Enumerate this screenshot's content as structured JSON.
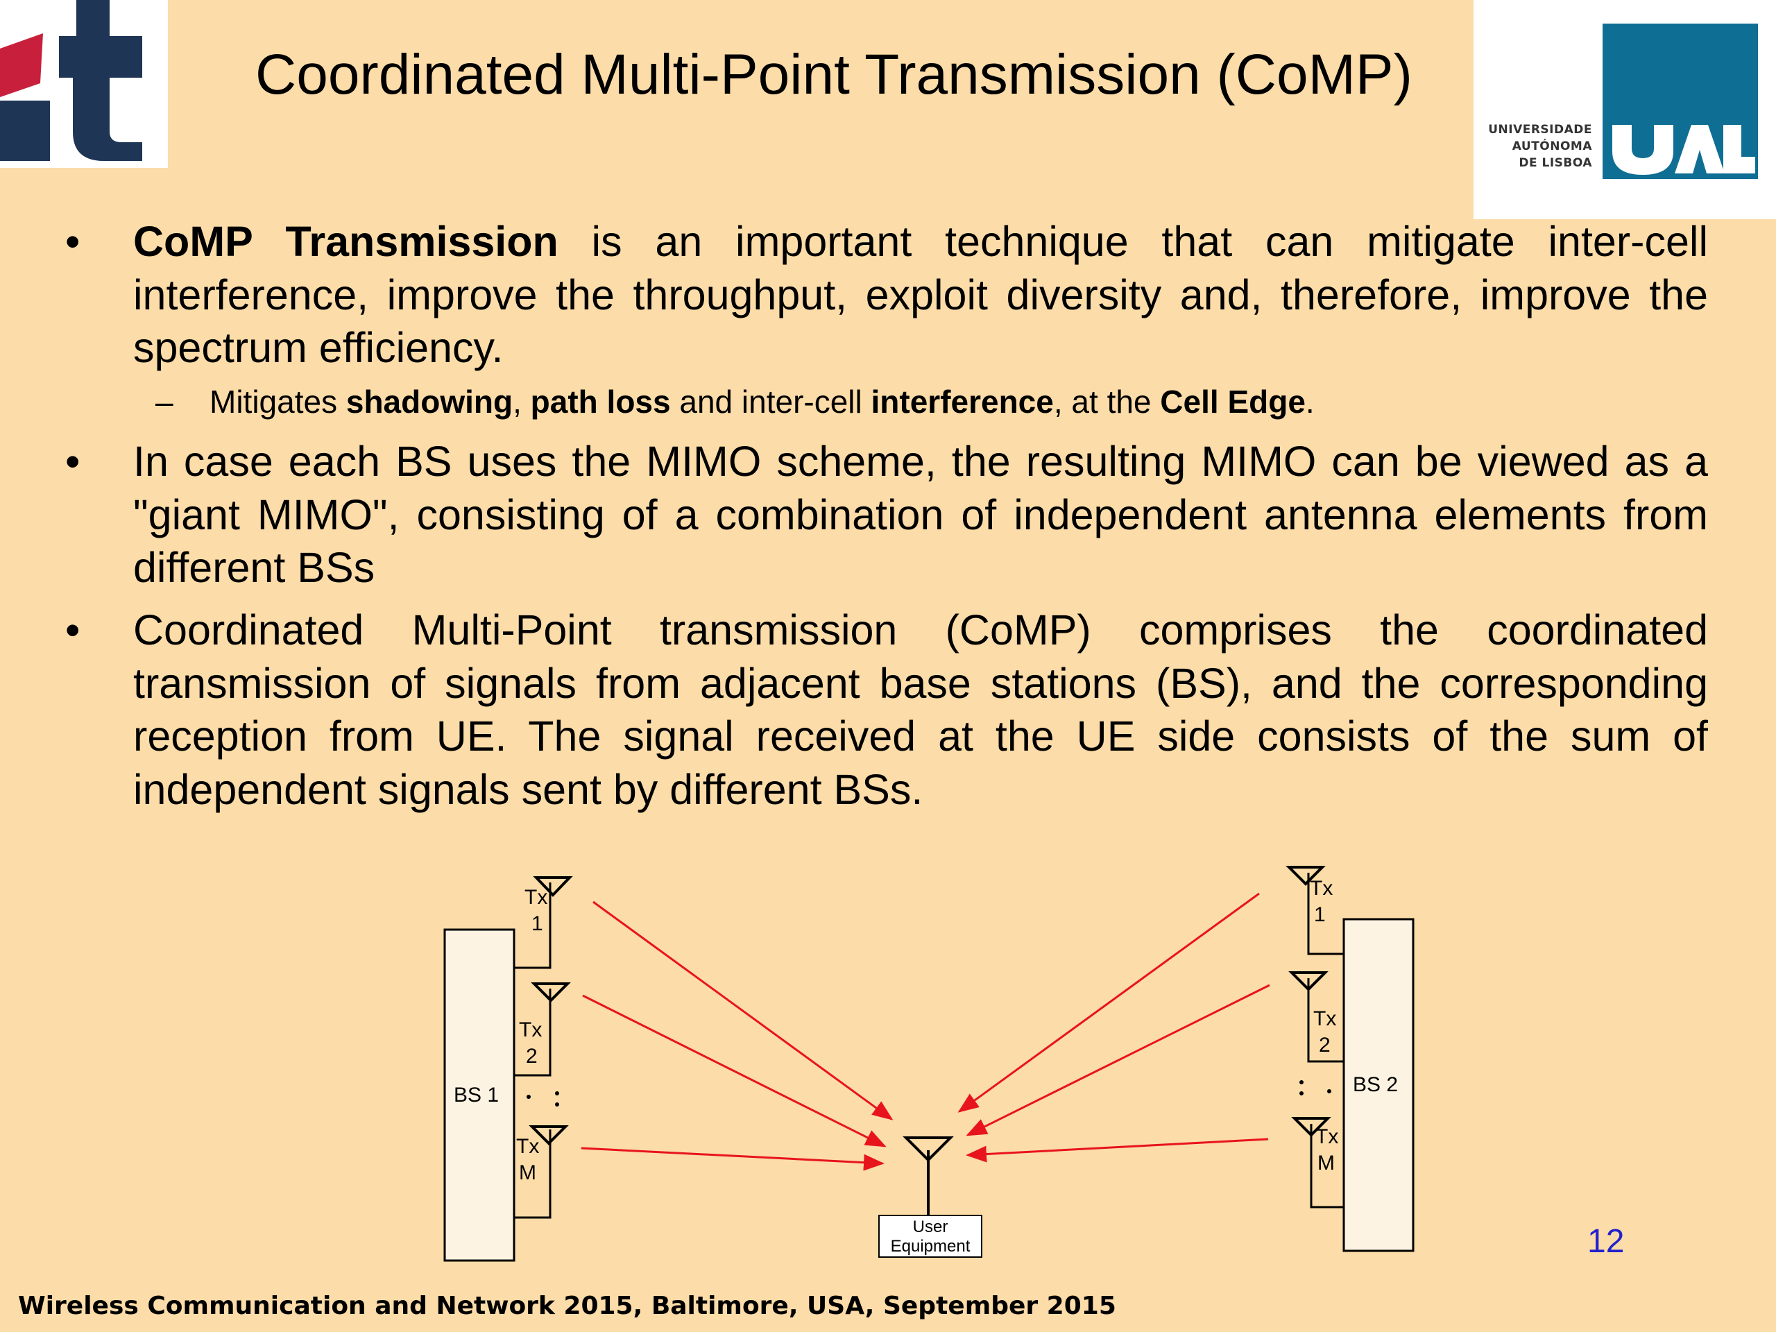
{
  "slide": {
    "title": "Coordinated Multi-Point Transmission (CoMP)",
    "bullet_marker": "•",
    "sub_marker": "–",
    "logos": {
      "left": {
        "name": "it",
        "colors": {
          "primary": "#1e3556",
          "accent": "#c8203c"
        }
      },
      "right": {
        "name": "UAL",
        "lines": [
          "UNIVERSIDADE",
          "AUTÓNOMA",
          "DE LISBOA"
        ],
        "color": "#0f6e94"
      }
    },
    "bullets": [
      {
        "bold": "CoMP Transmission",
        "text": " is an important technique that can mitigate inter-cell interference, improve the throughput, exploit diversity and, therefore, improve the spectrum efficiency."
      },
      {
        "text": "In case each BS uses the MIMO scheme, the resulting MIMO can be viewed as a \"giant MIMO\", consisting of a combination of independent antenna elements from different BSs"
      },
      {
        "text": "Coordinated Multi-Point transmission (CoMP) comprises the coordinated transmission of signals from adjacent base stations (BS), and the corresponding reception from UE. The signal received at the UE side consists of the sum of independent signals sent by different BSs."
      }
    ],
    "sub_bullet": {
      "p1": "Mitigates ",
      "b1": "shadowing",
      "p2": ", ",
      "b2": "path loss",
      "p3": " and inter-cell ",
      "b3": "interference",
      "p4": ", at the ",
      "b4": "Cell Edge",
      "p5": "."
    },
    "diagram": {
      "bs1_label": "BS 1",
      "bs2_label": "BS 2",
      "tx1": [
        "Tx",
        "1"
      ],
      "tx2": [
        "Tx",
        "2"
      ],
      "txm": [
        "Tx",
        "M"
      ],
      "ue_label": [
        "User",
        "Equipment"
      ],
      "arrow_color": "#e8141c",
      "box_fill": "#fdf3e3"
    },
    "page_number": "12",
    "footer": "Wireless Communication and Network 2015, Baltimore, USA, September 2015"
  }
}
